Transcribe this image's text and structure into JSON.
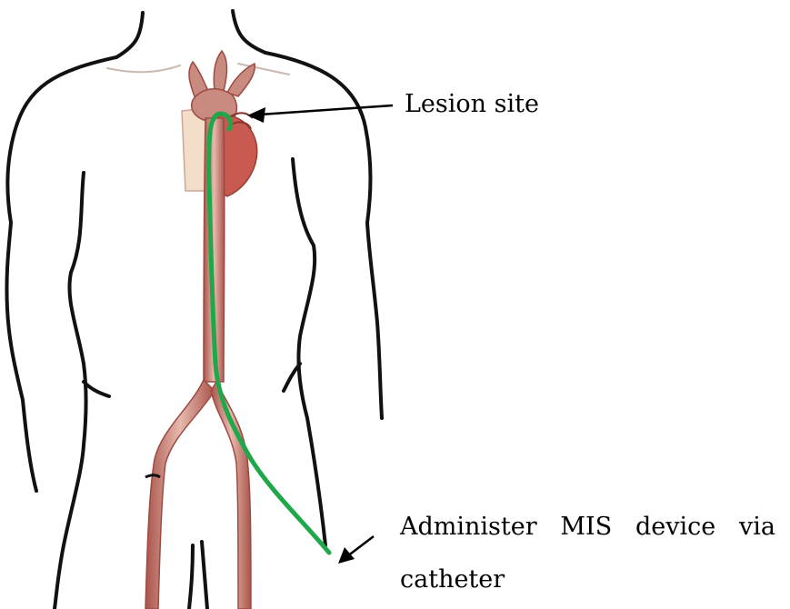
{
  "labels": {
    "lesion_site": "Lesion site",
    "device_line1_words": [
      "Administer",
      "MIS",
      "device",
      "via"
    ],
    "device_line2": "catheter"
  },
  "colors": {
    "body_outline": "#111111",
    "vessel_fill": "#c98a80",
    "vessel_dark": "#9c4a42",
    "heart_fill": "#c85a4f",
    "chest_patch": "#f2ddc9",
    "catheter": "#1fa84a",
    "arrow": "#000000"
  }
}
